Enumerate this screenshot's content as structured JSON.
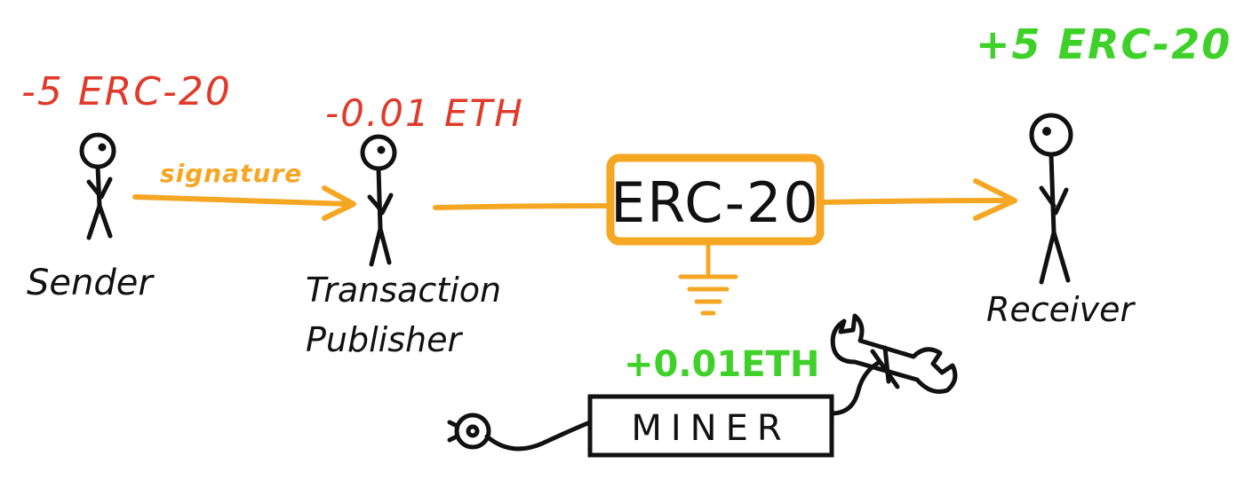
{
  "colors": {
    "ink": "#111111",
    "flow": "#f5a623",
    "debit": "#e03a2a",
    "credit": "#3fd12a"
  },
  "sender": {
    "label": "Sender",
    "change": "-5 ERC-20"
  },
  "publisher": {
    "label_line1": "Transaction",
    "label_line2": "Publisher",
    "change": "-0.01 ETH"
  },
  "signature_label": "signature",
  "contract": {
    "label": "ERC-20"
  },
  "receiver": {
    "label": "Receiver",
    "change": "+5 ERC-20"
  },
  "miner": {
    "label": "MINER",
    "change": "+0.01ETH"
  },
  "icons": {
    "person": "stick-figure-icon",
    "ground": "ground-symbol-icon",
    "tool": "wrench-icon",
    "power": "power-plug-icon"
  }
}
